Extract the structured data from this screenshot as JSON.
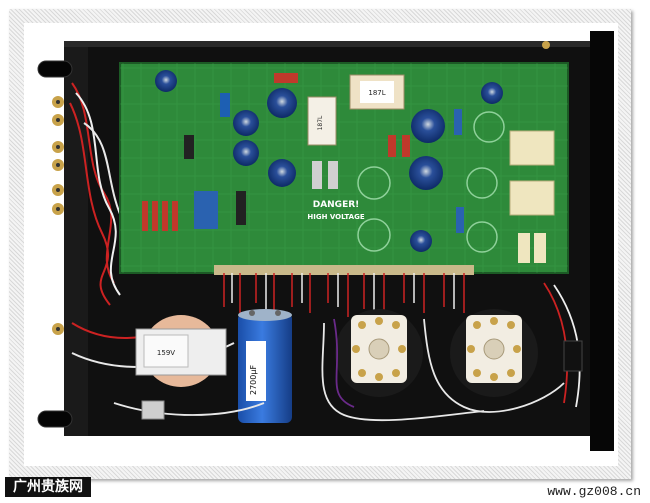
{
  "image": {
    "board_warning_line1": "DANGER!",
    "board_warning_line2": "HIGH VOLTAGE",
    "capacitor_label": "2700µF",
    "transformer_label_top": "187L",
    "transformer_label_side": "187L",
    "transformer_label_bottom": "159V",
    "watermark_logo": "广州贵族网",
    "watermark_url": "www.gz008.cn"
  },
  "colors": {
    "pcb": "#2e8a3a",
    "chassis": "#0f0f0f",
    "capacitor_blue": "#1f5fb8",
    "accent_red": "#cc2222"
  }
}
